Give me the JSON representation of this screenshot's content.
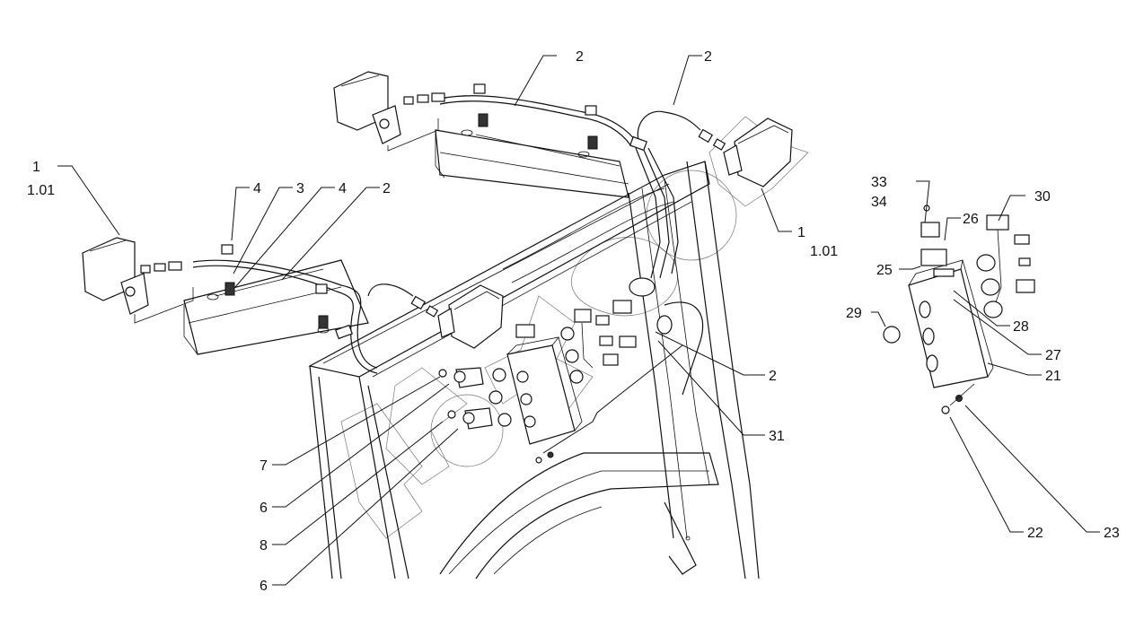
{
  "diagram": {
    "type": "exploded-parts-diagram",
    "subject": "Work light and switch box wiring assembly on cab frame",
    "callouts": [
      {
        "id": "c-1-left",
        "text": "1",
        "sub": "1.01"
      },
      {
        "id": "c-1-right",
        "text": "1",
        "sub": "1.01"
      },
      {
        "id": "c-2-top-a",
        "text": "2"
      },
      {
        "id": "c-2-top-b",
        "text": "2"
      },
      {
        "id": "c-2-left",
        "text": "2"
      },
      {
        "id": "c-2-right",
        "text": "2"
      },
      {
        "id": "c-3",
        "text": "3"
      },
      {
        "id": "c-4-a",
        "text": "4"
      },
      {
        "id": "c-4-b",
        "text": "4"
      },
      {
        "id": "c-6-a",
        "text": "6"
      },
      {
        "id": "c-6-b",
        "text": "6"
      },
      {
        "id": "c-7",
        "text": "7"
      },
      {
        "id": "c-8",
        "text": "8"
      },
      {
        "id": "c-21",
        "text": "21"
      },
      {
        "id": "c-22",
        "text": "22"
      },
      {
        "id": "c-23",
        "text": "23"
      },
      {
        "id": "c-25",
        "text": "25"
      },
      {
        "id": "c-26",
        "text": "26"
      },
      {
        "id": "c-27",
        "text": "27"
      },
      {
        "id": "c-28",
        "text": "28"
      },
      {
        "id": "c-29",
        "text": "29"
      },
      {
        "id": "c-30",
        "text": "30"
      },
      {
        "id": "c-31",
        "text": "31"
      },
      {
        "id": "c-33",
        "text": "33",
        "sub": "34"
      }
    ]
  }
}
